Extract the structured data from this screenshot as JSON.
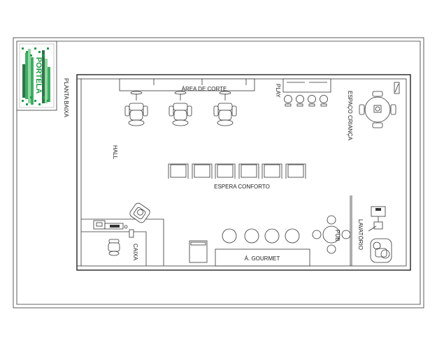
{
  "logo": {
    "wordmark": "PORTELA",
    "colors": {
      "primary": "#1f9e4a",
      "light": "#7ed08f",
      "dark": "#0d5a2b"
    }
  },
  "labels": {
    "planta_baixa": "PLANTA BAIXA",
    "area_corte": "ÁREA DE CORTE",
    "play": "PLAY",
    "espaco_crianca": "ESPAÇO CRIANÇA",
    "hall": "HALL",
    "espera_conforto": "ESPERA CONFORTO",
    "caixa": "CAIXA",
    "pub": "PUB",
    "a_gourmet": "Á. GOURMET",
    "lavatorio": "LAVATÓRIO"
  }
}
